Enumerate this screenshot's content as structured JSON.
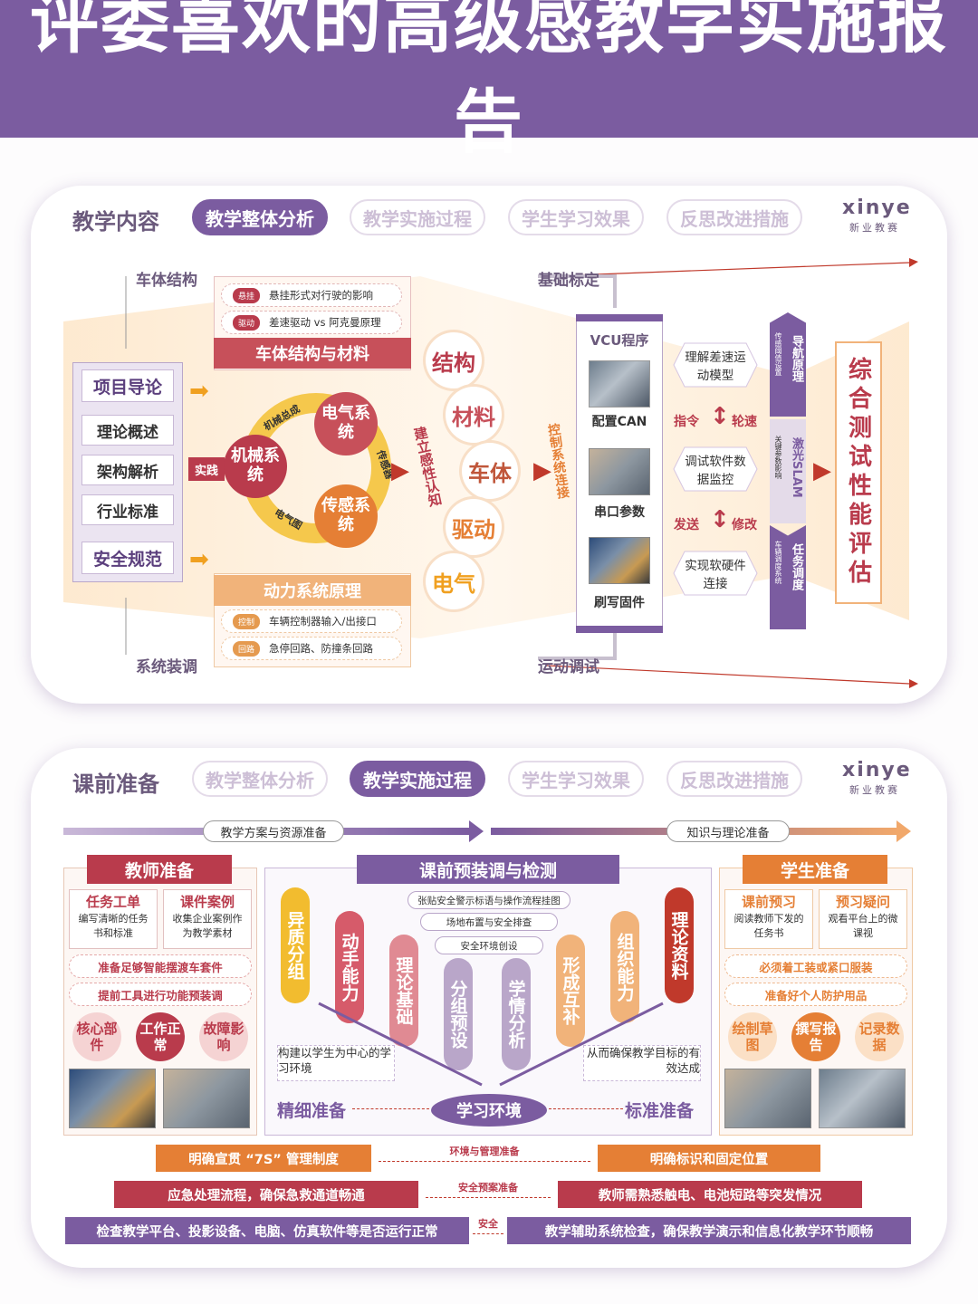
{
  "header": {
    "title": "评委喜欢的高级感教学实施报告"
  },
  "tabs": [
    "教学整体分析",
    "教学实施过程",
    "学生学习效果",
    "反思改进措施"
  ],
  "logo": {
    "brand": "xinye",
    "sub": "新业教赛"
  },
  "panel1": {
    "title": "教学内容",
    "active_tab": 0,
    "labels": {
      "car_structure": "车体结构",
      "base_calibration": "基础标定",
      "system_assembly": "系统装调",
      "motion_debug": "运动调试"
    },
    "left_list": [
      "项目导论",
      "理论概述",
      "架构解析",
      "行业标准",
      "安全规范"
    ],
    "practice": "实践",
    "top_box": {
      "items": [
        {
          "tag": "悬挂",
          "text": "悬挂形式对行驶的影响"
        },
        {
          "tag": "驱动",
          "text": "差速驱动 vs 阿克曼原理"
        }
      ],
      "title": "车体结构与材料"
    },
    "bottom_box": {
      "title": "动力系统原理",
      "items": [
        {
          "tag": "控制",
          "text": "车辆控制器输入/出接口"
        },
        {
          "tag": "回路",
          "text": "急停回路、防撞条回路"
        }
      ]
    },
    "circles": {
      "mech": "机械系统",
      "elec": "电气系统",
      "sensor": "传感系统"
    },
    "ring_labels": {
      "top": "机械总成",
      "right": "传感器",
      "bottom": "电气图"
    },
    "arc1": "建立感性认知",
    "words": [
      "结构",
      "材料",
      "车体",
      "驱动",
      "电气"
    ],
    "arc2": "控制系统连接",
    "vcu": {
      "title": "VCU程序",
      "items": [
        "配置CAN",
        "串口参数",
        "刷写固件"
      ]
    },
    "diamonds": [
      "理解差速运动模型",
      "调试软件数据监控",
      "实现软硬件连接"
    ],
    "cmd_pairs": [
      {
        "left": "指令",
        "right": "轮速"
      },
      {
        "left": "发送",
        "right": "修改"
      }
    ],
    "right_banners": [
      {
        "big": "导航原理",
        "small": "传感阈值设置"
      },
      {
        "big": "激光SLAM",
        "small": "关键参数影响"
      },
      {
        "big": "任务调度",
        "small": "车辆调度系统"
      }
    ],
    "final": "综合测试性能评估"
  },
  "panel2": {
    "title": "课前准备",
    "active_tab": 1,
    "flow_left": "教学方案与资源准备",
    "flow_right": "知识与理论准备",
    "teacher": {
      "title": "教师准备",
      "cards": [
        {
          "title": "任务工单",
          "body": "编写清晰的任务书和标准"
        },
        {
          "title": "课件案例",
          "body": "收集企业案例作为教学素材"
        }
      ],
      "rows": [
        "准备足够智能摆渡车套件",
        "提前工具进行功能预装调"
      ],
      "bubbles": [
        "核心部件",
        "工作正常",
        "故障影响"
      ]
    },
    "center": {
      "title": "课前预装调与检测",
      "pills": [
        "张贴安全警示标语与操作流程挂图",
        "场地布置与安全排查",
        "安全环境创设"
      ],
      "stairs": [
        "异质分组",
        "动手能力",
        "理论基础",
        "分组预设",
        "学情分析",
        "形成互补",
        "组织能力",
        "理论资料"
      ],
      "note_left": "构建以学生为中心的学习环境",
      "note_right": "从而确保教学目标的有效达成",
      "bottom_left": "精细准备",
      "bottom_center": "学习环境",
      "bottom_right": "标准准备"
    },
    "student": {
      "title": "学生准备",
      "cards": [
        {
          "title": "课前预习",
          "body": "阅读教师下发的任务书"
        },
        {
          "title": "预习疑问",
          "body": "观看平台上的微课视"
        }
      ],
      "rows": [
        "必须着工装或紧口服装",
        "准备好个人防护用品"
      ],
      "bubbles": [
        "绘制草图",
        "撰写报告",
        "记录数据"
      ]
    },
    "bottom_rows": [
      {
        "left": "明确宣贯 “7S” 管理制度",
        "mid": "环境与管理准备",
        "right": "明确标识和固定位置"
      },
      {
        "left": "应急处理流程，确保急救通道畅通",
        "mid": "安全预案准备",
        "right": "教师需熟悉触电、电池短路等突发情况"
      },
      {
        "left": "检查教学平台、投影设备、电脑、仿真软件等是否运行正常",
        "mid": "安全",
        "right": "教学辅助系统检查，确保教学演示和信息化教学环节顺畅"
      }
    ]
  }
}
